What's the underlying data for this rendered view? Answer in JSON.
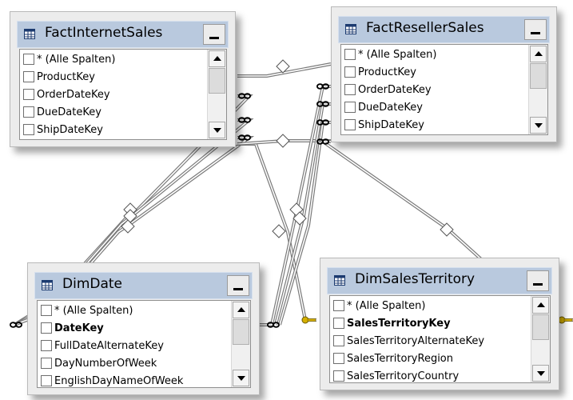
{
  "colors": {
    "header": "#b9c9de",
    "relationship_line": "#7a7a7a",
    "key_icon": "#d6b000"
  },
  "tables": [
    {
      "id": "fact-internet-sales",
      "title": "FactInternetSales",
      "columns": [
        {
          "label": "* (Alle Spalten)",
          "bold": false
        },
        {
          "label": "ProductKey",
          "bold": false
        },
        {
          "label": "OrderDateKey",
          "bold": false
        },
        {
          "label": "DueDateKey",
          "bold": false
        },
        {
          "label": "ShipDateKey",
          "bold": false
        }
      ]
    },
    {
      "id": "fact-reseller-sales",
      "title": "FactResellerSales",
      "columns": [
        {
          "label": "* (Alle Spalten)",
          "bold": false
        },
        {
          "label": "ProductKey",
          "bold": false
        },
        {
          "label": "OrderDateKey",
          "bold": false
        },
        {
          "label": "DueDateKey",
          "bold": false
        },
        {
          "label": "ShipDateKey",
          "bold": false
        }
      ]
    },
    {
      "id": "dim-date",
      "title": "DimDate",
      "columns": [
        {
          "label": "* (Alle Spalten)",
          "bold": false
        },
        {
          "label": "DateKey",
          "bold": true
        },
        {
          "label": "FullDateAlternateKey",
          "bold": false
        },
        {
          "label": "DayNumberOfWeek",
          "bold": false
        },
        {
          "label": "EnglishDayNameOfWeek",
          "bold": false
        }
      ]
    },
    {
      "id": "dim-sales-territory",
      "title": "DimSalesTerritory",
      "columns": [
        {
          "label": "* (Alle Spalten)",
          "bold": false
        },
        {
          "label": "SalesTerritoryKey",
          "bold": true
        },
        {
          "label": "SalesTerritoryAlternateKey",
          "bold": false
        },
        {
          "label": "SalesTerritoryRegion",
          "bold": false
        },
        {
          "label": "SalesTerritoryCountry",
          "bold": false
        }
      ]
    }
  ],
  "relationships": [
    {
      "from": "fact-internet-sales",
      "to": "dim-date",
      "from_column": "OrderDateKey",
      "to_column": "DateKey"
    },
    {
      "from": "fact-internet-sales",
      "to": "dim-date",
      "from_column": "DueDateKey",
      "to_column": "DateKey"
    },
    {
      "from": "fact-internet-sales",
      "to": "dim-date",
      "from_column": "ShipDateKey",
      "to_column": "DateKey"
    },
    {
      "from": "fact-internet-sales",
      "to": "dim-sales-territory",
      "from_column": "SalesTerritoryKey",
      "to_column": "SalesTerritoryKey"
    },
    {
      "from": "fact-reseller-sales",
      "to": "dim-date",
      "from_column": "OrderDateKey",
      "to_column": "DateKey"
    },
    {
      "from": "fact-reseller-sales",
      "to": "dim-date",
      "from_column": "DueDateKey",
      "to_column": "DateKey"
    },
    {
      "from": "fact-reseller-sales",
      "to": "dim-date",
      "from_column": "ShipDateKey",
      "to_column": "DateKey"
    },
    {
      "from": "fact-reseller-sales",
      "to": "dim-sales-territory",
      "from_column": "SalesTerritoryKey",
      "to_column": "SalesTerritoryKey"
    },
    {
      "from": "fact-internet-sales",
      "to": "fact-reseller-sales",
      "from_column": "ProductKey",
      "to_column": "ProductKey"
    }
  ]
}
